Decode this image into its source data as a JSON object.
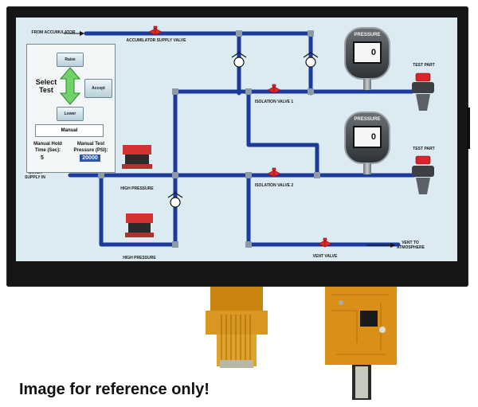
{
  "screen": {
    "labels": {
      "from_accumulator": "FROM ACCUMULATOR",
      "accumulator_supply_valve": "ACCUMILATOR SUPPLY VALVE",
      "isolation_valve_1": "ISOLATION VALVE 1",
      "isolation_valve_2": "ISOLATION VALVE 2",
      "test_part_1": "TEST PART",
      "test_part_2": "TEST PART",
      "water_supply_in": "WATER SUPPLY IN",
      "high_pressure_1": "HIGH PRESSURE",
      "high_pressure_2": "HIGH PRESSURE",
      "vent_valve": "VENT VALVE",
      "vent_to_atmosphere": "VENT TO ATMOSPHERE"
    },
    "gauges": [
      {
        "name": "PRESSURE",
        "value": "0"
      },
      {
        "name": "PRESSURE",
        "value": "0"
      }
    ],
    "select_test_panel": {
      "title": "Select Test",
      "raise_label": "Raise",
      "lower_label": "Lower",
      "accept_label": "Accept",
      "mode_value": "Manual",
      "hold_time_label": "Manual Hold Time (Sec):",
      "hold_time_value": "5",
      "test_pressure_label": "Manual Test Pressure (PSI):",
      "test_pressure_value": "20000"
    }
  },
  "caption": "Image for reference only!",
  "colors": {
    "pipe": "#1c3a9a",
    "valve": "#e0282a",
    "screen_bg": "#dcebf2"
  }
}
